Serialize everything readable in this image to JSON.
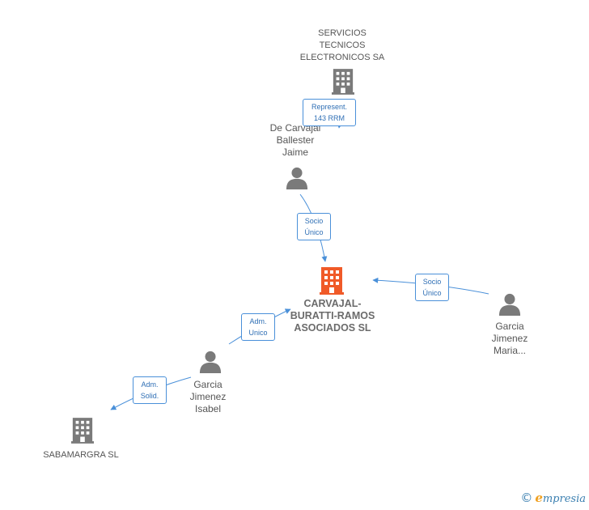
{
  "colors": {
    "edge": "#4a90d9",
    "node_gray": "#7a7a7a",
    "node_focus": "#f05a28",
    "brand_blue": "#3a7fb0",
    "brand_orange": "#f0a020"
  },
  "nodes": {
    "servicios": {
      "label": "SERVICIOS\nTECNICOS\nELECTRONICOS SA",
      "icon": "building-icon"
    },
    "de_carvajal": {
      "label": "De Carvajal\nBallester\nJaime",
      "icon": "person-icon"
    },
    "carvajal": {
      "label": "CARVAJAL-\nBURATTI-RAMOS\nASOCIADOS SL",
      "icon": "building-icon"
    },
    "garcia_maria": {
      "label": "Garcia\nJimenez\nMaria...",
      "icon": "person-icon"
    },
    "garcia_isabel": {
      "label": "Garcia\nJimenez\nIsabel",
      "icon": "person-icon"
    },
    "sabamargra": {
      "label": "SABAMARGRA SL",
      "icon": "building-icon"
    }
  },
  "edges": {
    "represent": "Represent.\n143 RRM",
    "socio_unico_1": "Socio\nÚnico",
    "socio_unico_2": "Socio\nÚnico",
    "adm_unico": "Adm.\nUnico",
    "adm_solid": "Adm.\nSolid."
  },
  "footer": {
    "copyright": "©",
    "brand_initial": "e",
    "brand_rest": "mpresia"
  }
}
